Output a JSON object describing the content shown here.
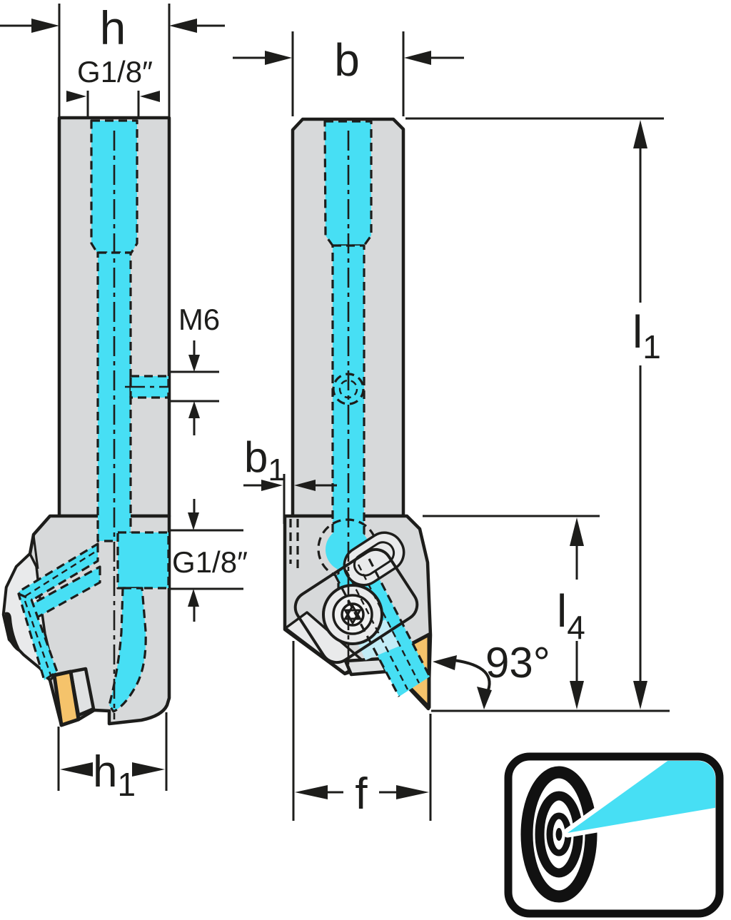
{
  "drawing": {
    "colors": {
      "line": "#1d1d1b",
      "body": "#d7d9da",
      "facet": "#e9eaeb",
      "shim": "#e0e2e3",
      "coolant": "#47dff4",
      "pale": "#c2ecf6",
      "insert": "#f5c36b",
      "icon_black": "#111111"
    },
    "labels": {
      "h": "h",
      "thread_top": "G1/8″",
      "m6": "M6",
      "thread_side": "G1/8″",
      "h1": {
        "base": "h",
        "sub": "1"
      },
      "b": "b",
      "b1": {
        "base": "b",
        "sub": "1"
      },
      "l1": {
        "base": "l",
        "sub": "1"
      },
      "l4": {
        "base": "l",
        "sub": "4"
      },
      "angle": "93°",
      "f": "f"
    },
    "icon": {
      "name": "precision-coolant-target-icon"
    }
  }
}
